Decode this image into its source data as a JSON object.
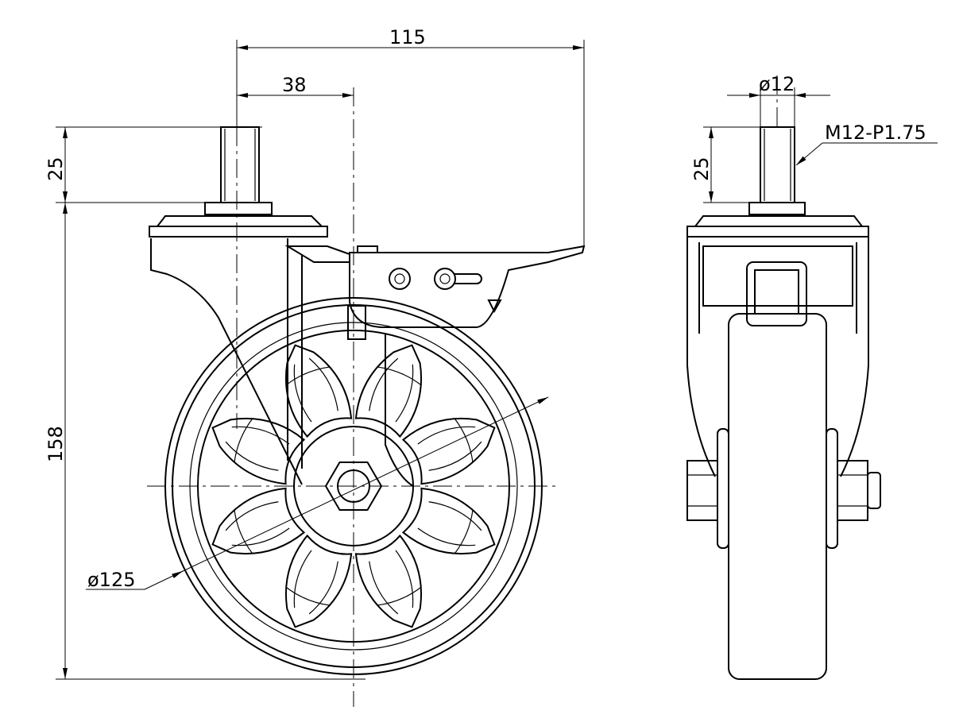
{
  "drawing": {
    "title": "Swivel caster with brake - technical drawing",
    "front_view": {
      "dim_offset_total": "115",
      "dim_offset_stem": "38",
      "dim_stem_height": "25",
      "dim_total_height": "158",
      "dim_wheel_diameter": "ø125"
    },
    "side_view": {
      "dim_stem_diameter": "ø12",
      "dim_thread": "M12-P1.75",
      "dim_stem_height": "25"
    },
    "spoke_count": 8
  }
}
